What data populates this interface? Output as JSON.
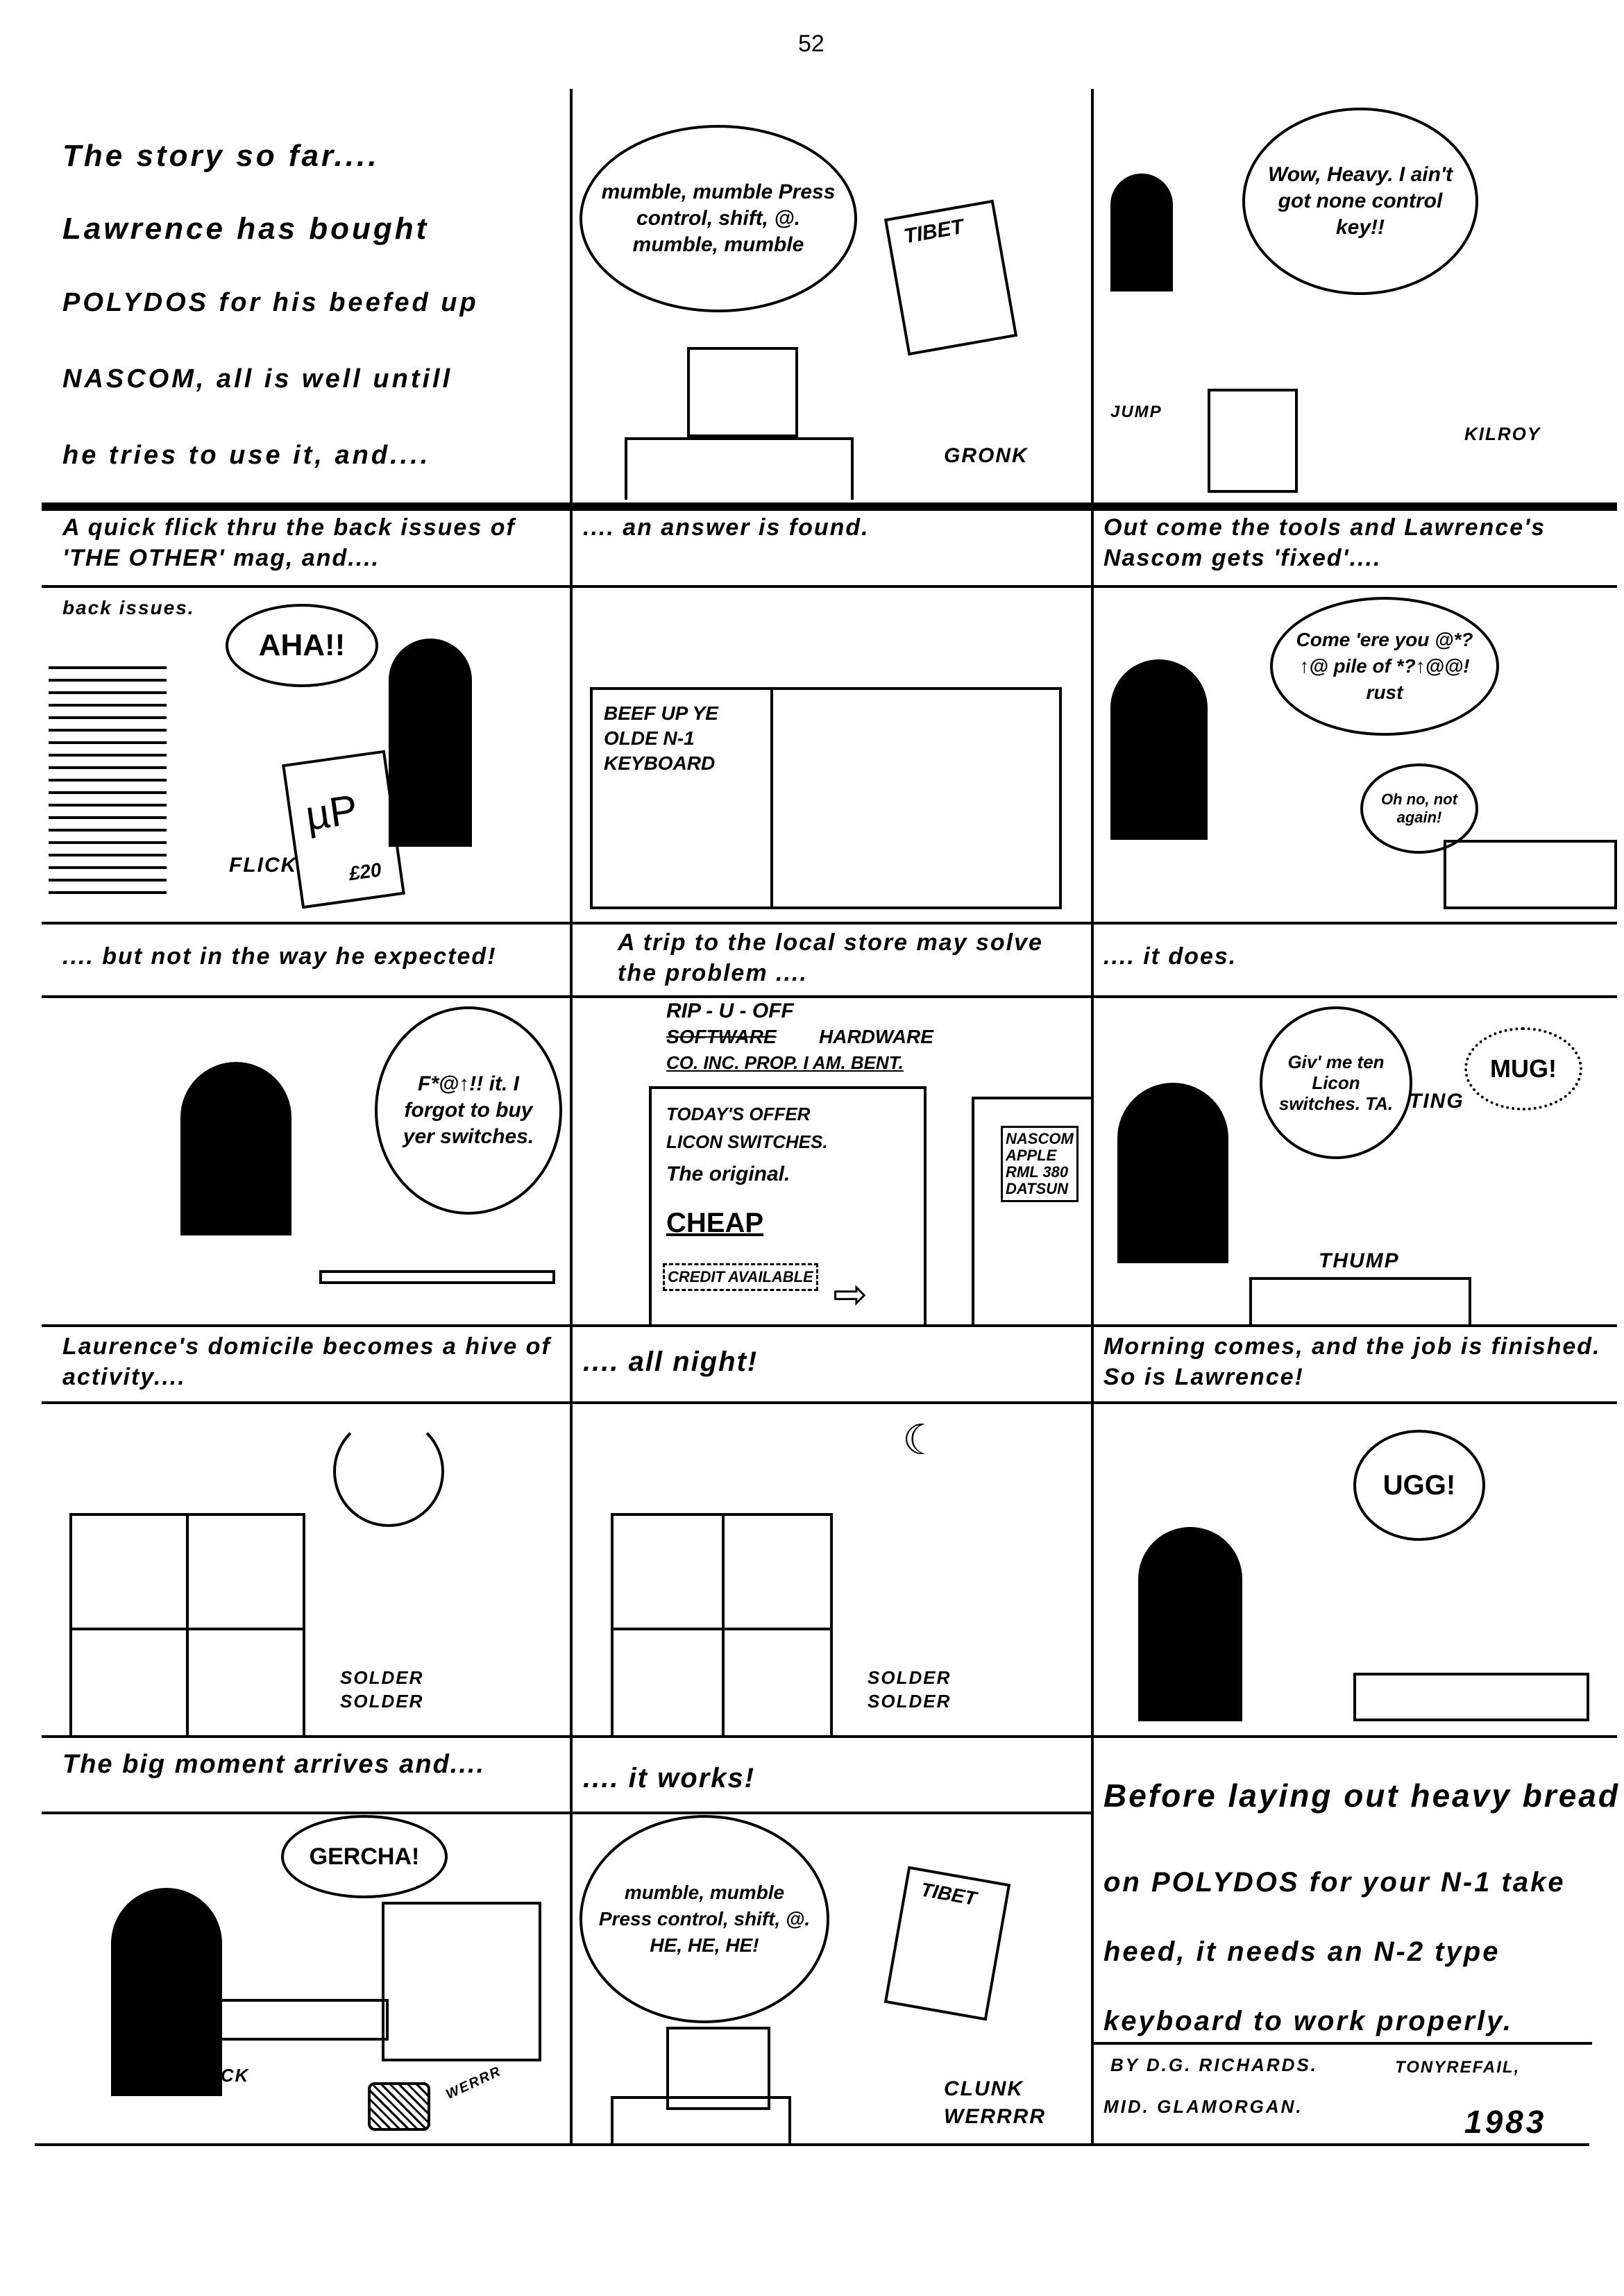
{
  "page_number": "52",
  "row1": {
    "panel1_story": [
      "The story so far....",
      "Lawrence has bought",
      "POLYDOS for his beefed up",
      "NASCOM, all is well untill",
      "he tries to use it, and...."
    ],
    "panel2": {
      "bubble": "mumble, mumble Press control, shift, @. mumble, mumble",
      "poster": "TIBET",
      "sfx": "GRONK"
    },
    "panel3": {
      "bubble": "Wow, Heavy. I ain't got none control key!!",
      "jump": "JUMP",
      "kilroy": "KILROY"
    }
  },
  "captions1": [
    "A quick flick thru the back issues of 'THE OTHER' mag, and....",
    ".... an answer is found.",
    "Out come the tools and Lawrence's Nascom gets 'fixed'...."
  ],
  "row2": {
    "panel1": {
      "label": "back issues.",
      "bubble": "AHA!!",
      "magazine": "µP",
      "flick": "FLICK",
      "price": "£20"
    },
    "panel2": {
      "article_title": "BEEF UP YE OLDE N-1 KEYBOARD"
    },
    "panel3": {
      "bubble": "Come 'ere you @*?↑@ pile of *?↑@@! rust",
      "bubble2": "Oh no, not again!"
    }
  },
  "captions2": [
    ".... but not in the way he expected!",
    "A trip to the local store may solve the problem ....",
    ".... it does."
  ],
  "row3": {
    "panel1": {
      "bubble": "F*@↑!! it. I forgot to buy yer switches."
    },
    "panel2": {
      "sign_line1": "RIP - U - OFF",
      "sign_struck": "SOFTWARE",
      "sign_line2": "HARDWARE",
      "sign_line3": "CO. INC.  PROP. I AM. BENT.",
      "offer1": "TODAY'S OFFER",
      "offer2": "LICON SWITCHES.",
      "offer3": "The original.",
      "offer4": "CHEAP",
      "credit": "CREDIT AVAILABLE",
      "door_sign": [
        "NASCOM",
        "APPLE",
        "RML 380",
        "DATSUN"
      ]
    },
    "panel3": {
      "bubble": "Giv' me ten Licon switches. TA.",
      "bubble2": "MUG!",
      "ting": "TING",
      "thump": "THUMP"
    }
  },
  "captions3": [
    "Laurence's domicile becomes a hive of activity....",
    ".... all night!",
    "Morning comes, and the job is finished. So is Lawrence!"
  ],
  "row4": {
    "panel1_sfx": [
      "SOLDER",
      "SOLDER"
    ],
    "panel2_sfx": [
      "SOLDER",
      "SOLDER"
    ],
    "panel3_bubble": "UGG!"
  },
  "captions4": [
    "The big moment arrives and....",
    ".... it works!"
  ],
  "row5": {
    "panel1": {
      "bubble": "GERCHA!",
      "click": "CLICK",
      "werrr": "WERRR"
    },
    "panel2": {
      "bubble": "mumble, mumble Press control, shift, @. HE, HE, HE!",
      "poster": "TIBET",
      "sfx1": "CLUNK",
      "sfx2": "WERRRR"
    },
    "final_text": [
      "Before laying out heavy bread",
      "on POLYDOS for your N-1 take",
      "heed, it needs an N-2 type",
      "keyboard to work properly."
    ],
    "credits": {
      "by": "BY D.G. RICHARDS.",
      "town": "TONYREFAIL,",
      "county": "MID. GLAMORGAN.",
      "year": "1983"
    }
  }
}
